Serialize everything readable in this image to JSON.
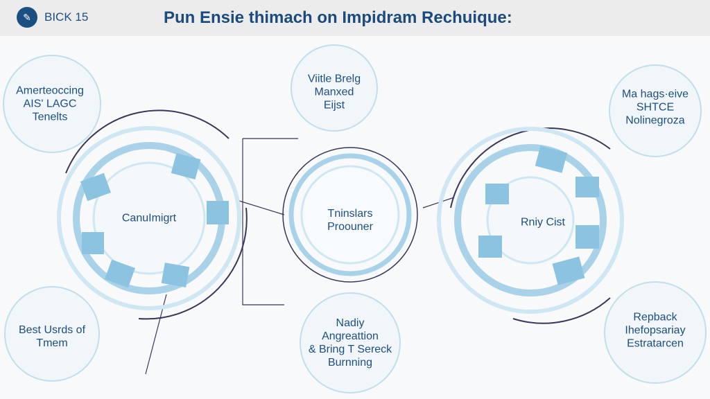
{
  "header": {
    "logo_text": "BICK 15",
    "title": "Pun Ensie thimach on Impidram Rechuique:"
  },
  "hubs": {
    "left": "CanuImigrt",
    "center": "Tninslars\nProouner",
    "right": "Rniy Cist"
  },
  "satellites": {
    "top_left": "Amerteoccing\nAIS' LAGC\nTenelts",
    "top_center": "Viitle Brelg\nManxed\nEijst",
    "top_right": "Ma hags·eive\nSHTCE\nNolinegroza",
    "bottom_left": "Best Usrds of\nTmem",
    "bottom_center": "Nadiy\nAngreattion\n& Bring T Sereck\nBurnning",
    "bottom_right": "Repback\nIhefopsariay\nEstratarcen"
  },
  "colors": {
    "accent": "#1d4e80",
    "ring": "#a9d2e8",
    "line": "#3a3658",
    "tile": "#8cc3e0"
  }
}
